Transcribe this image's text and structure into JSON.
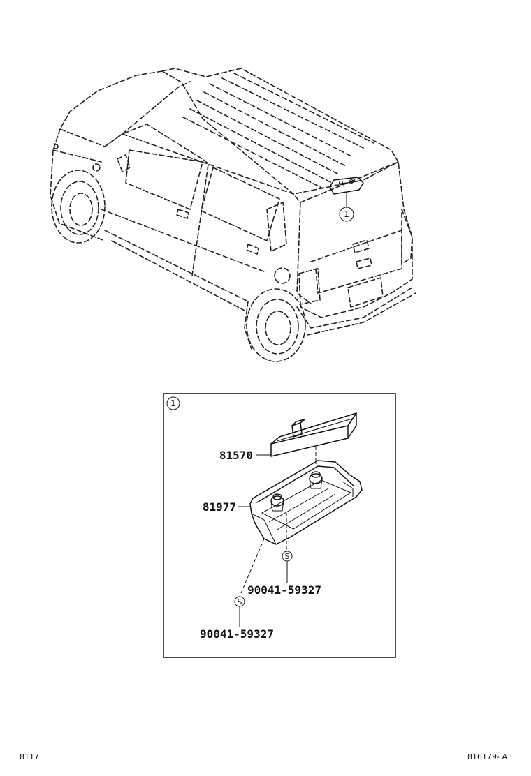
{
  "callout_marker": "1",
  "parts": {
    "lamp_assy": "81570",
    "cover": "81977",
    "screw_right": "90041-59327",
    "screw_left": "90041-59327",
    "screw_symbol": "S"
  },
  "footer": {
    "left_code": "8117",
    "right_code": "816179- A"
  }
}
